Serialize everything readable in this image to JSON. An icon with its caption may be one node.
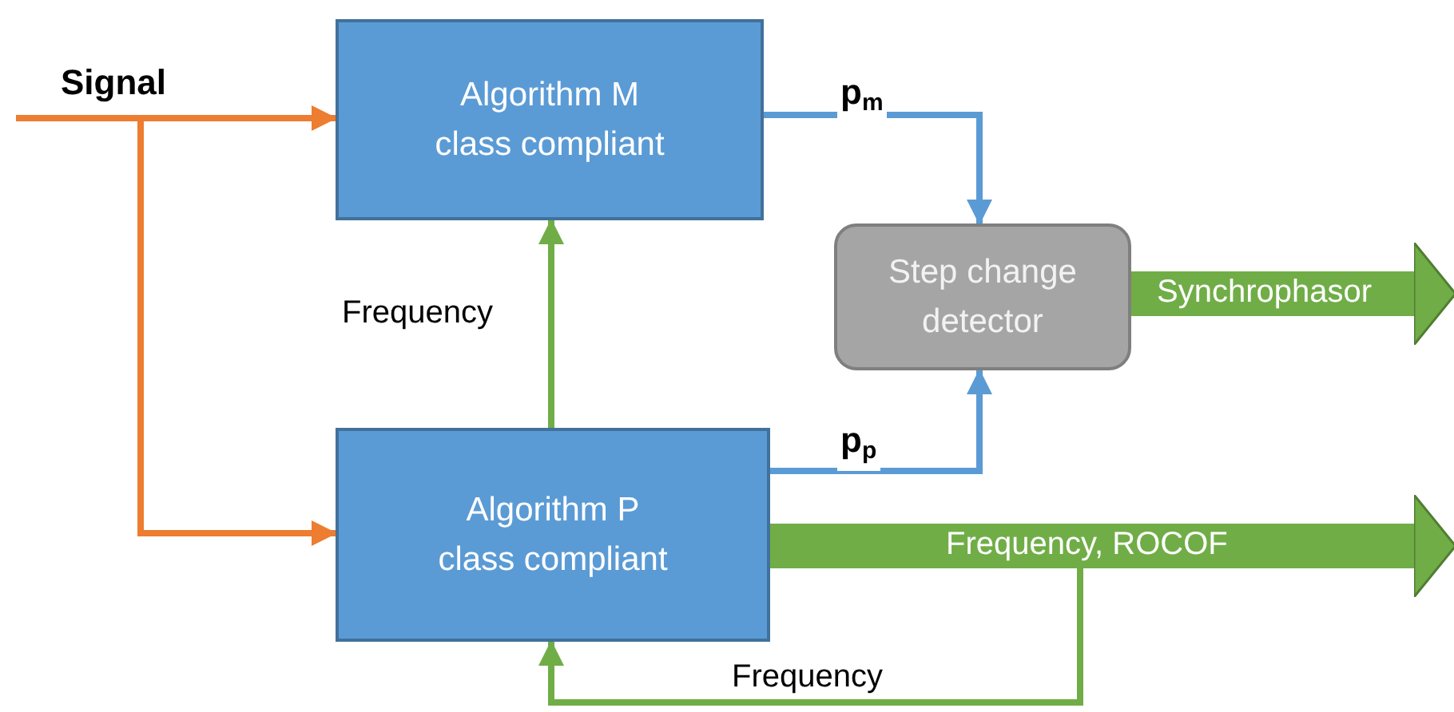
{
  "diagram": {
    "nodes": [
      {
        "text": [
          "Algorithm M class compliant"
        ]
      },
      {
        "text": [
          "Algorithm P class compliant"
        ]
      },
      {
        "text": [
          "Step change detector"
        ]
      }
    ],
    "edges": [
      {
        "from": null,
        "to": 0,
        "arrow": "to",
        "label": "Signal",
        "color": "#ed7d31"
      },
      {
        "from": null,
        "to": 1,
        "arrow": "to",
        "color": "#ed7d31"
      },
      {
        "from": 0,
        "to": 2,
        "arrow": "to",
        "label": "p$_{m}$",
        "color": "#5b9bd5"
      },
      {
        "from": 1,
        "to": 2,
        "arrow": "to",
        "label": "p$_{p}$",
        "color": "#5b9bd5"
      },
      {
        "from": 1,
        "to": 0,
        "arrow": "to",
        "label": "Frequency",
        "color": "#70ad47"
      },
      {
        "from": 2,
        "to": null,
        "arrow": "to",
        "label": "Synchrophasor",
        "style": "thick",
        "color": "#70ad47"
      },
      {
        "from": 1,
        "to": null,
        "arrow": "to",
        "label": "Frequency, ROCOF",
        "style": "thick",
        "color": "#70ad47"
      },
      {
        "from": 1,
        "to": 1,
        "arrow": "to",
        "label": "Frequency",
        "color": "#70ad47"
      }
    ]
  }
}
